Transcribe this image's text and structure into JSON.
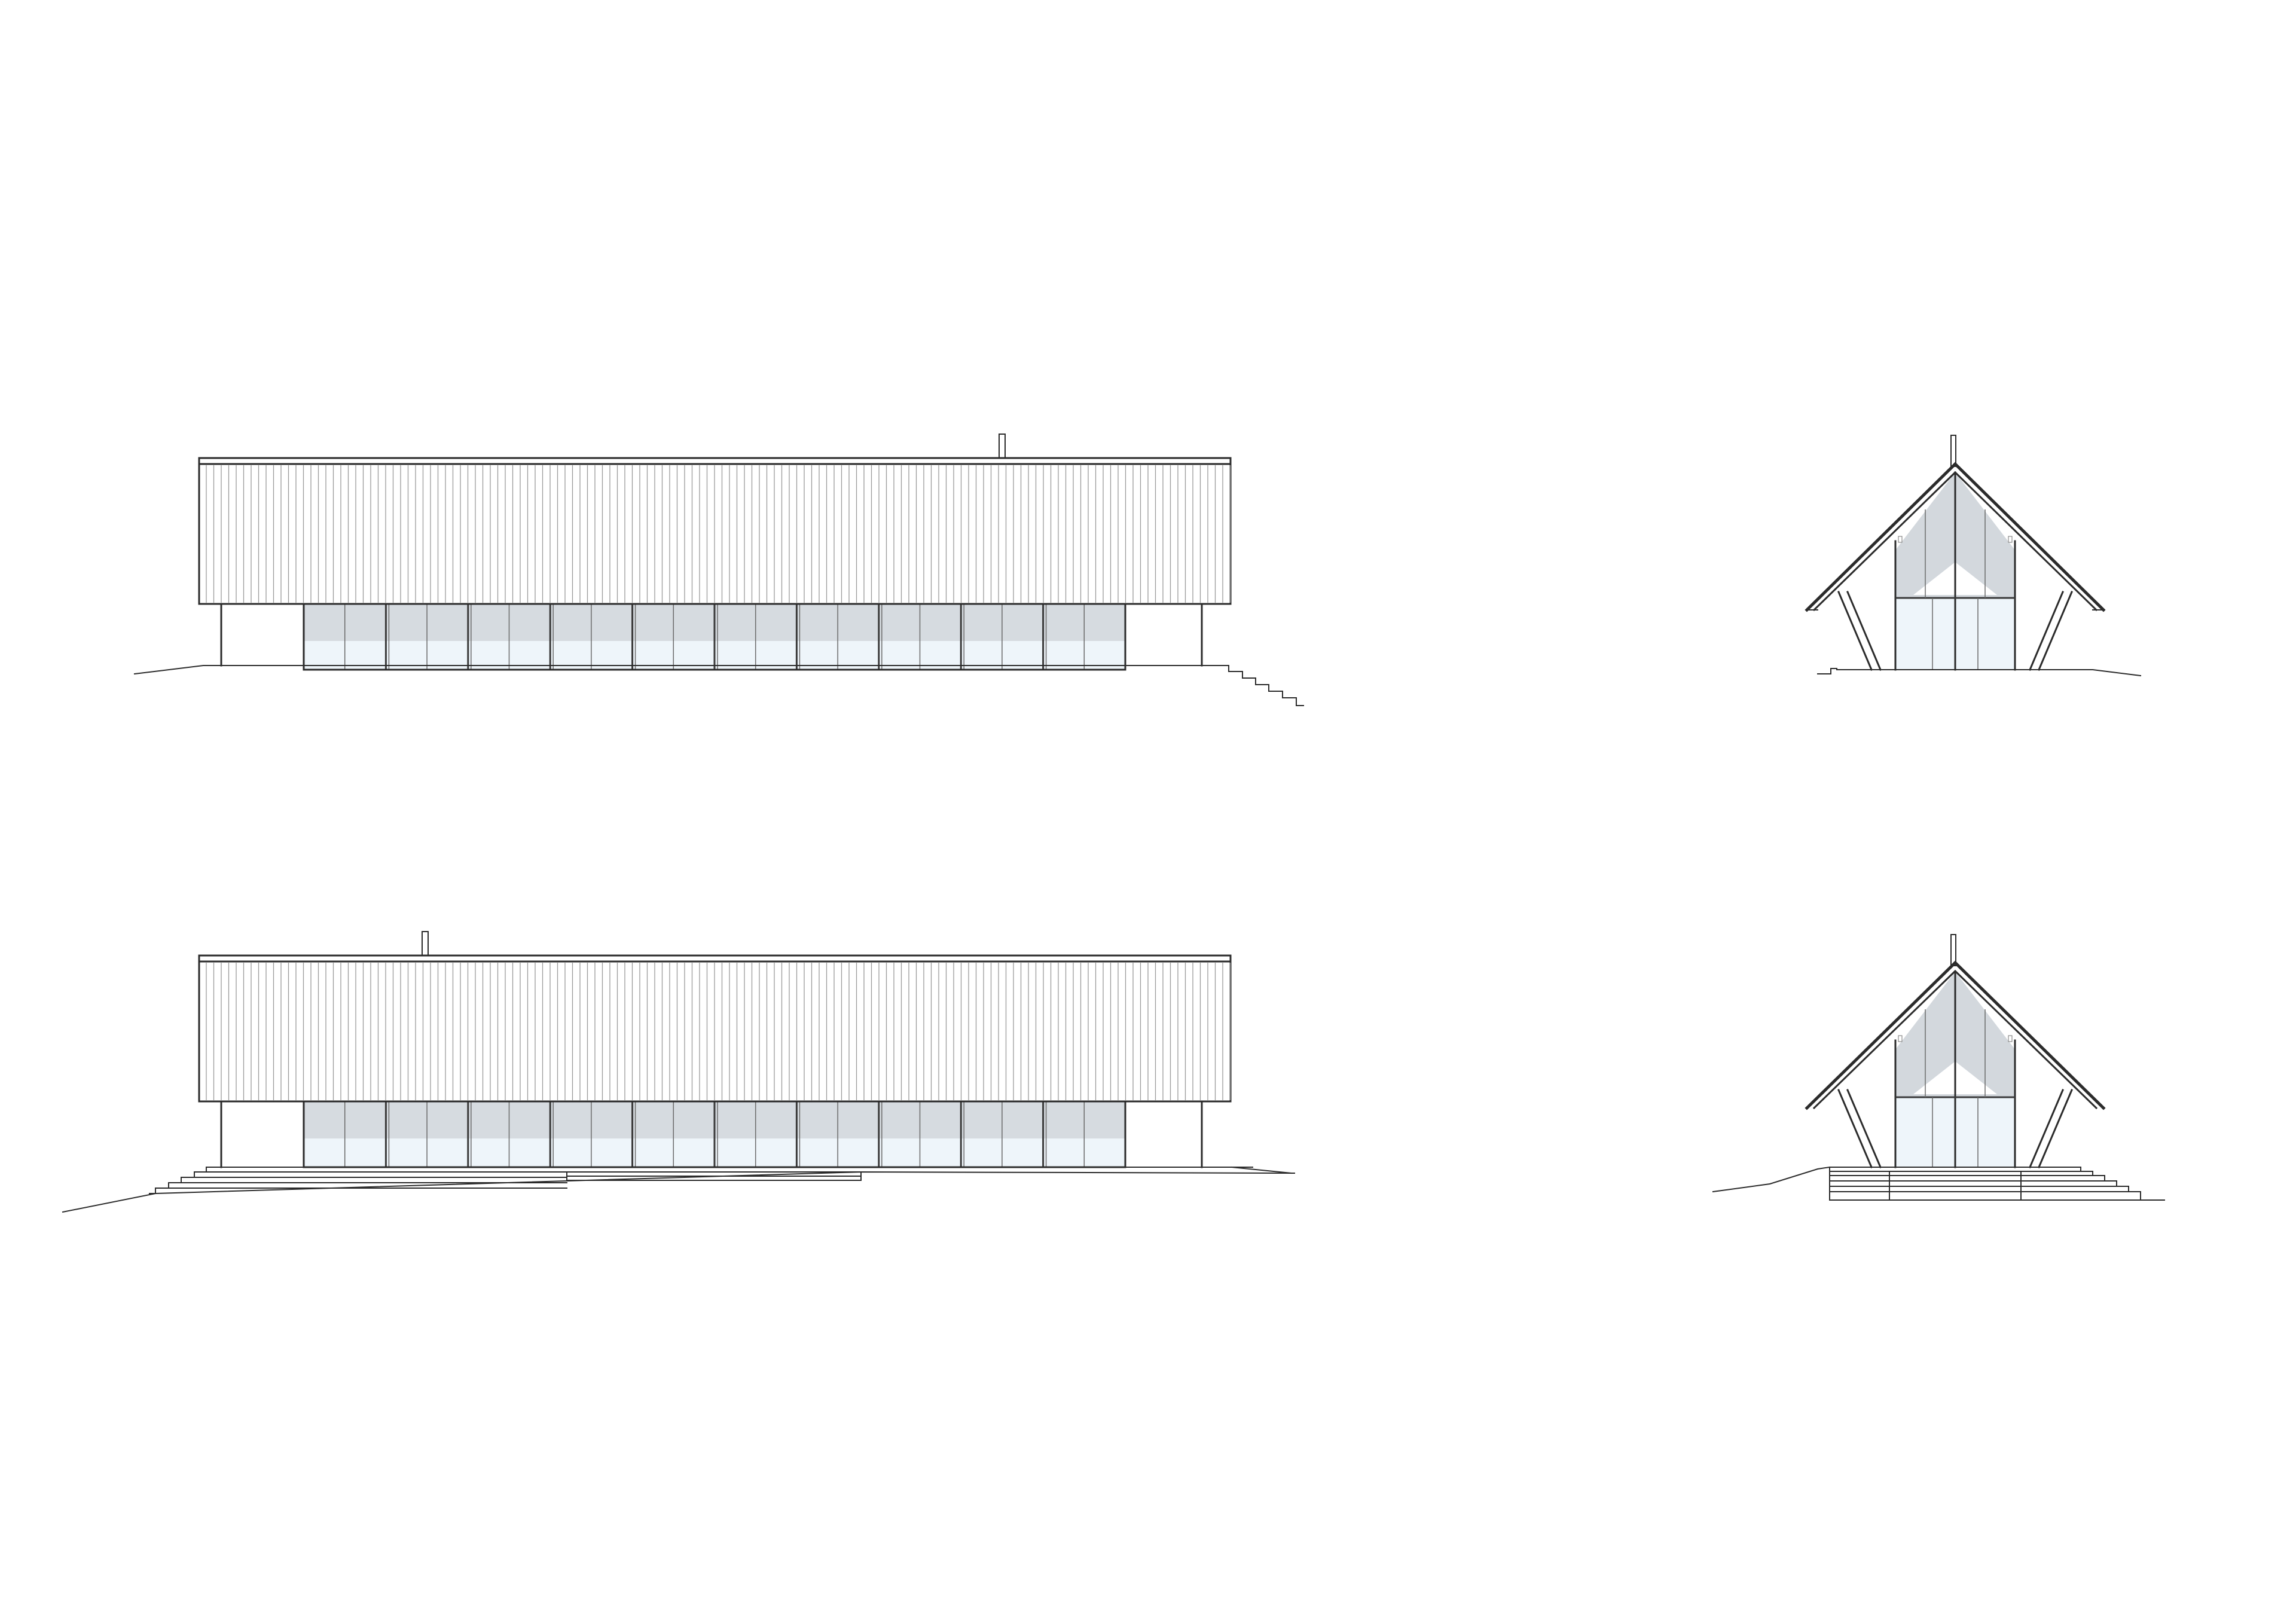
{
  "sheet": {
    "background": "#ffffff",
    "line_color": "#2b2b2b",
    "glass_upper_color": "#d6dbe0",
    "glass_lower_color": "#eef5fa"
  },
  "drawings": [
    {
      "id": "long-elevation-a"
    },
    {
      "id": "long-elevation-b"
    },
    {
      "id": "gable-elevation-a"
    },
    {
      "id": "gable-elevation-b"
    }
  ]
}
